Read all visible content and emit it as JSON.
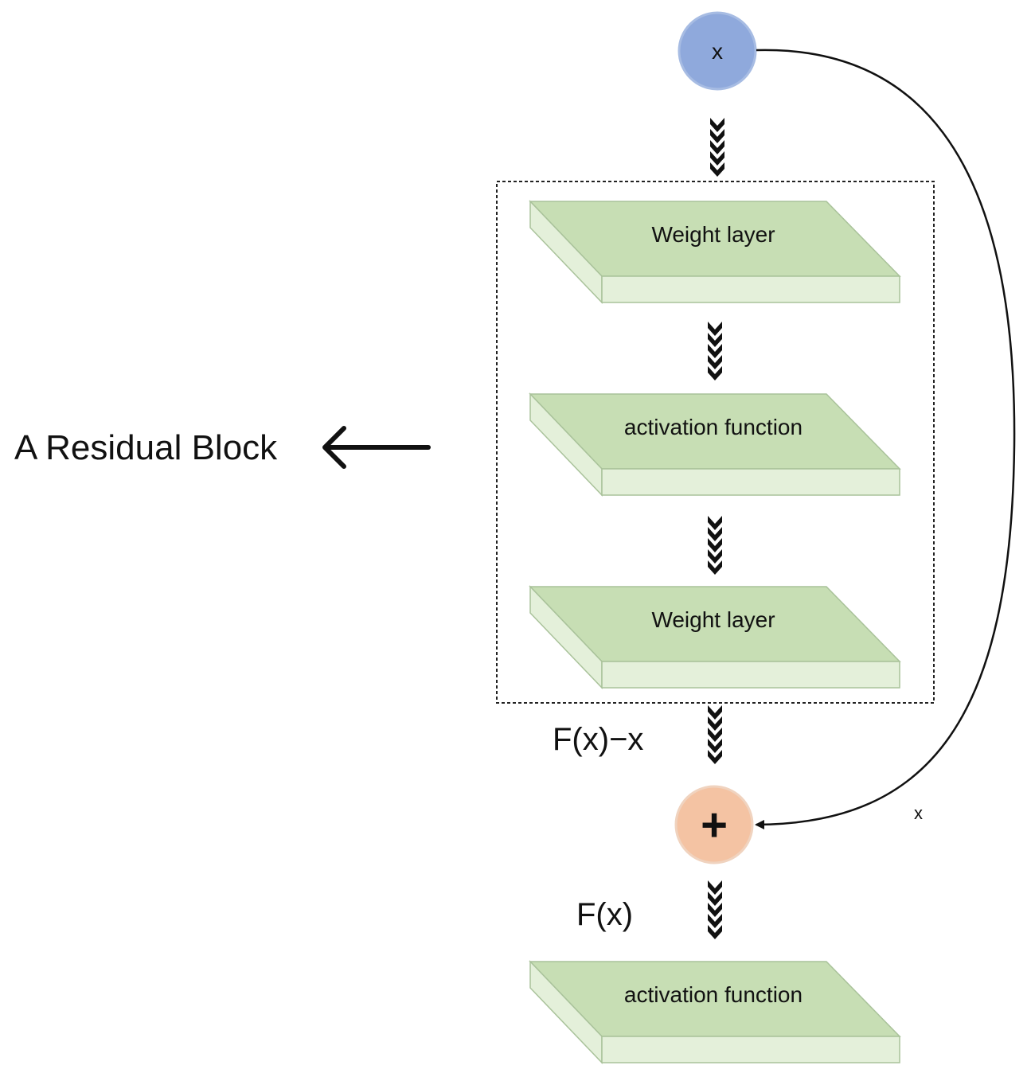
{
  "diagram": {
    "title": "A Residual Block",
    "input": {
      "label": "x"
    },
    "layers": [
      {
        "label": "Weight layer"
      },
      {
        "label": "activation function"
      },
      {
        "label": "Weight layer"
      }
    ],
    "residual_label": "F(x)−x",
    "skip_label": "x",
    "sum_symbol": "+",
    "output_label": "F(x)",
    "final_layer": {
      "label": "activation function"
    }
  },
  "colors": {
    "input_node": "#8fa9dc",
    "sum_node": "#f4c3a3",
    "layer_top": "#c7deb4",
    "layer_side": "#e4f0da",
    "layer_edge": "#a9c29a",
    "ink": "#111111"
  }
}
